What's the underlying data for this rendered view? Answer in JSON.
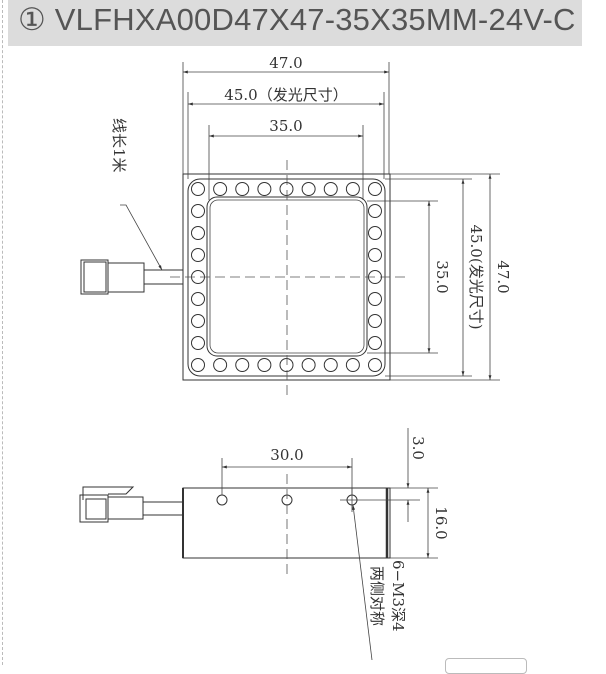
{
  "header": {
    "title": "① VLFHXA00D47X47-35X35MM-24V-C"
  },
  "top_view": {
    "dim_overall_width": "47.0",
    "dim_emitting_width": "45.0（发光尺寸）",
    "dim_window_width": "35.0",
    "dim_overall_height": "47.0",
    "dim_emitting_height": "45.0(发光尺寸)",
    "dim_window_height": "35.0",
    "cable_label": "线长1米"
  },
  "side_view": {
    "dim_hole_spacing": "30.0",
    "dim_hole_offset": "3.0",
    "dim_thickness": "16.0",
    "hole_spec": "6−M3深4",
    "hole_note": "两侧对称"
  }
}
